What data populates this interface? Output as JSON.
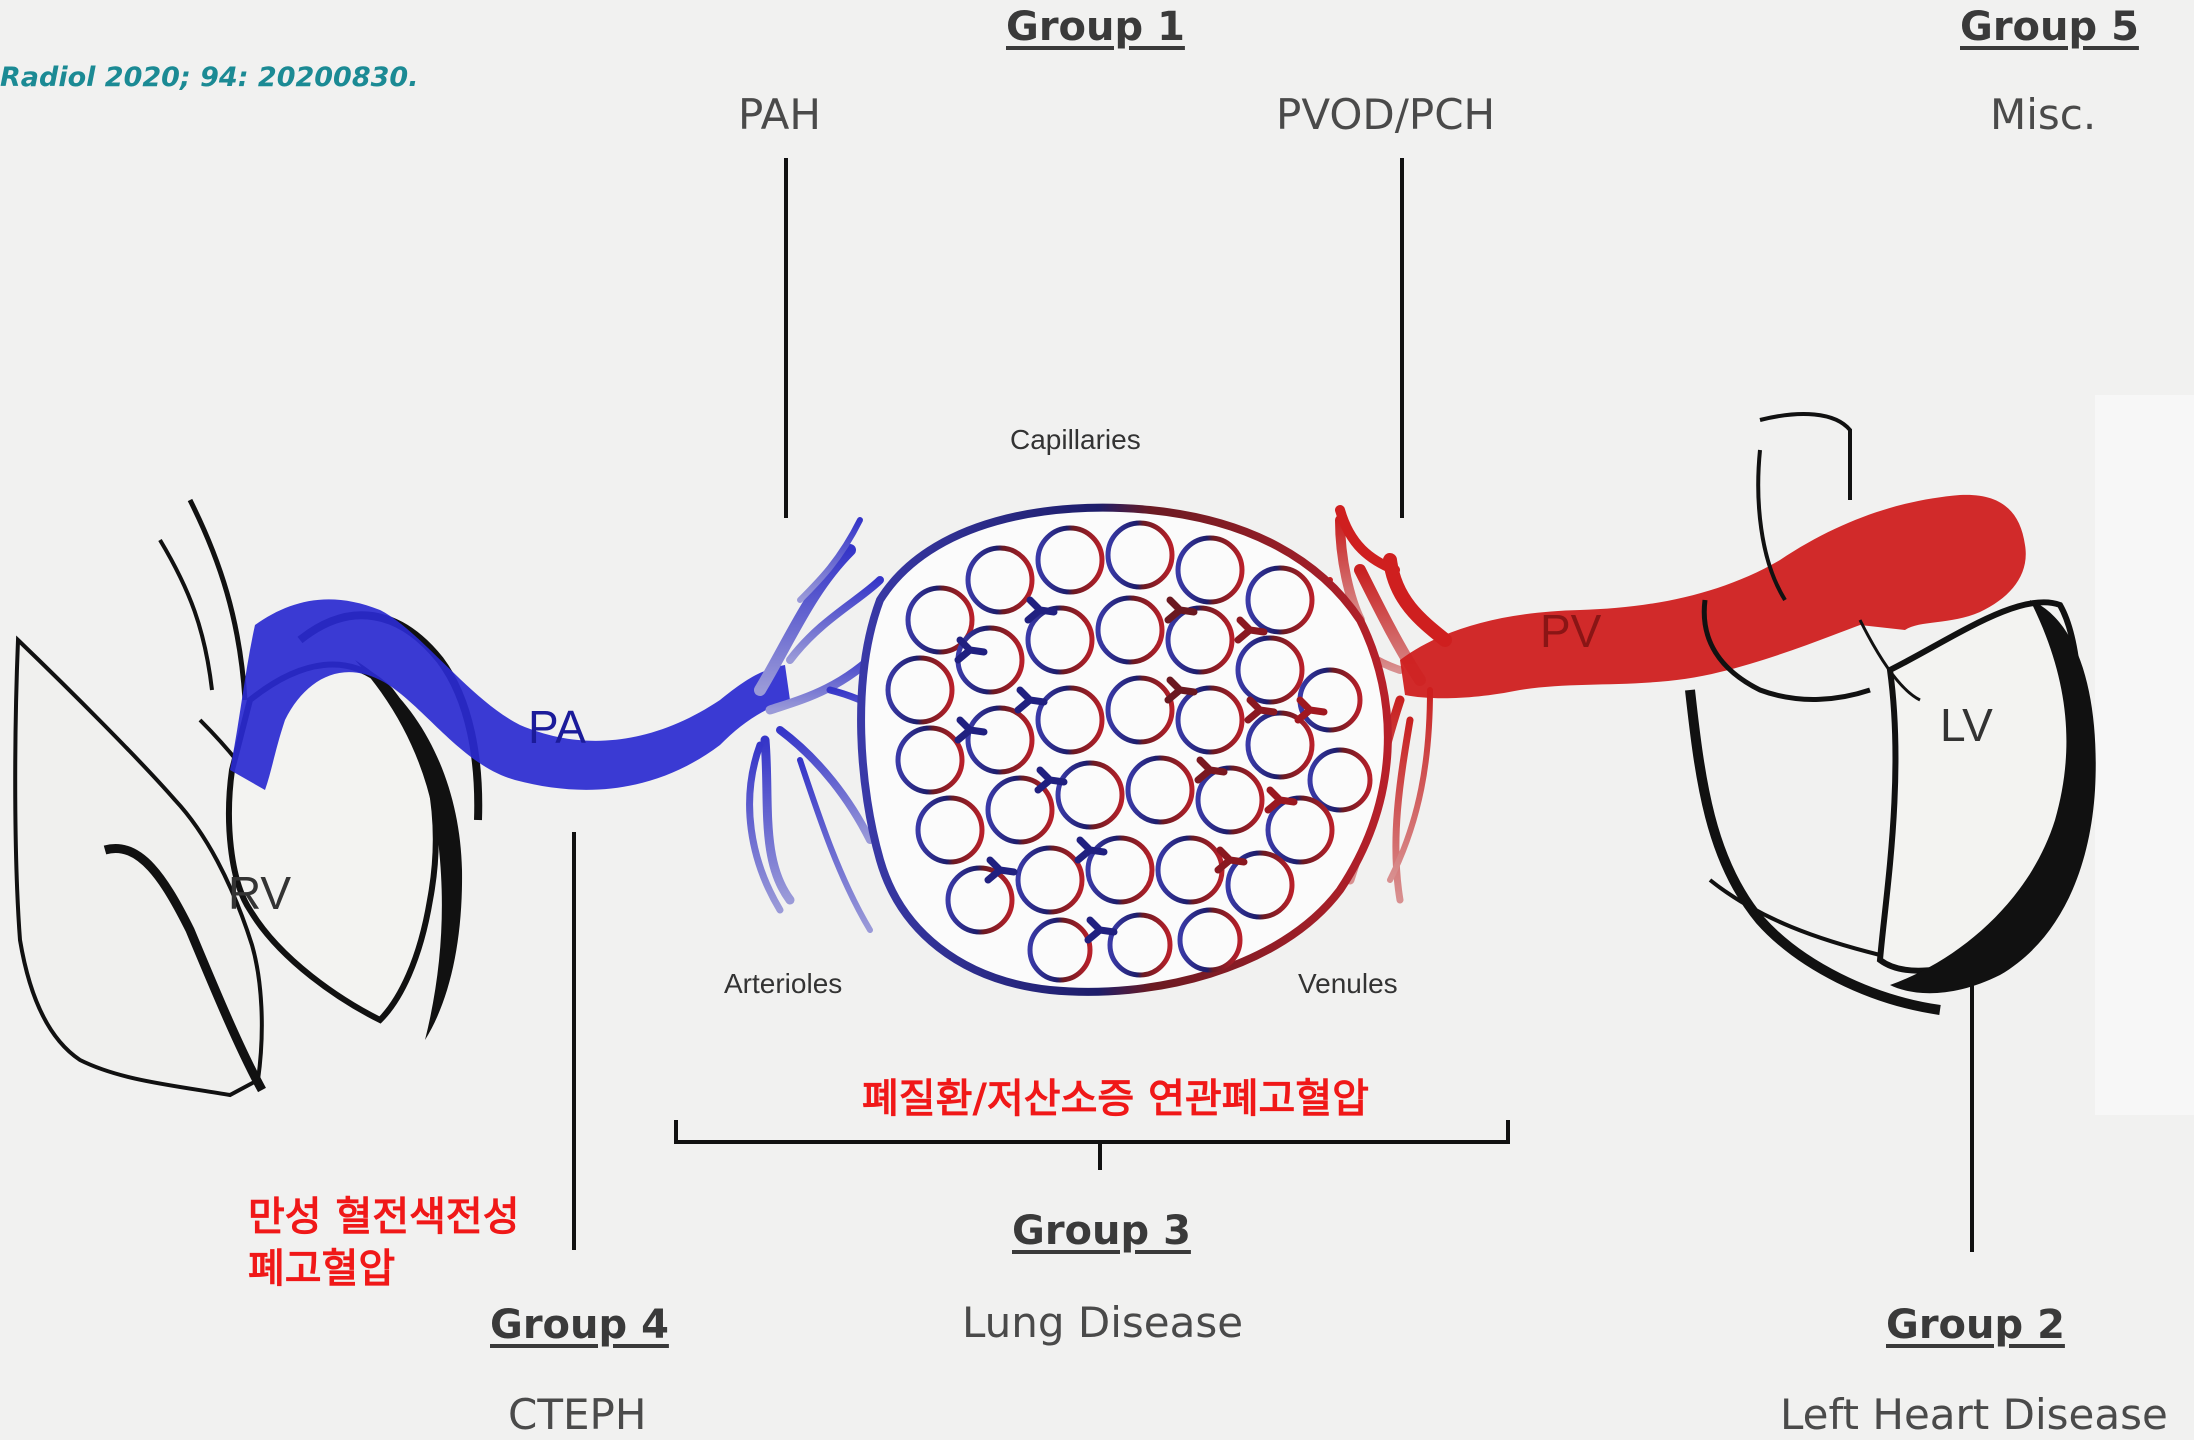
{
  "citation": "Radiol 2020; 94: 20200830.",
  "groups": {
    "g1": {
      "title": "Group 1",
      "pah": "PAH",
      "pvod": "PVOD/PCH"
    },
    "g5": {
      "title": "Group 5",
      "label": "Misc."
    },
    "g3": {
      "title": "Group 3",
      "label": "Lung Disease"
    },
    "g4": {
      "title": "Group 4",
      "label": "CTEPH"
    },
    "g2": {
      "title": "Group 2",
      "label": "Left Heart Disease"
    }
  },
  "anatomy": {
    "capillaries": "Capillaries",
    "arterioles": "Arterioles",
    "venules": "Venules",
    "rv": "RV",
    "lv": "LV",
    "pa": "PA",
    "pv": "PV"
  },
  "annotations": {
    "lung_korean": "폐질환/저산소증 연관폐고혈압",
    "cteph_korean_line1": "만성 혈전색전성",
    "cteph_korean_line2": "폐고혈압"
  },
  "colors": {
    "deoxygenated": "#2a2ad0",
    "oxygenated": "#cf1f1f",
    "annotation_red": "#f01818",
    "citation_teal": "#1b8a94"
  }
}
